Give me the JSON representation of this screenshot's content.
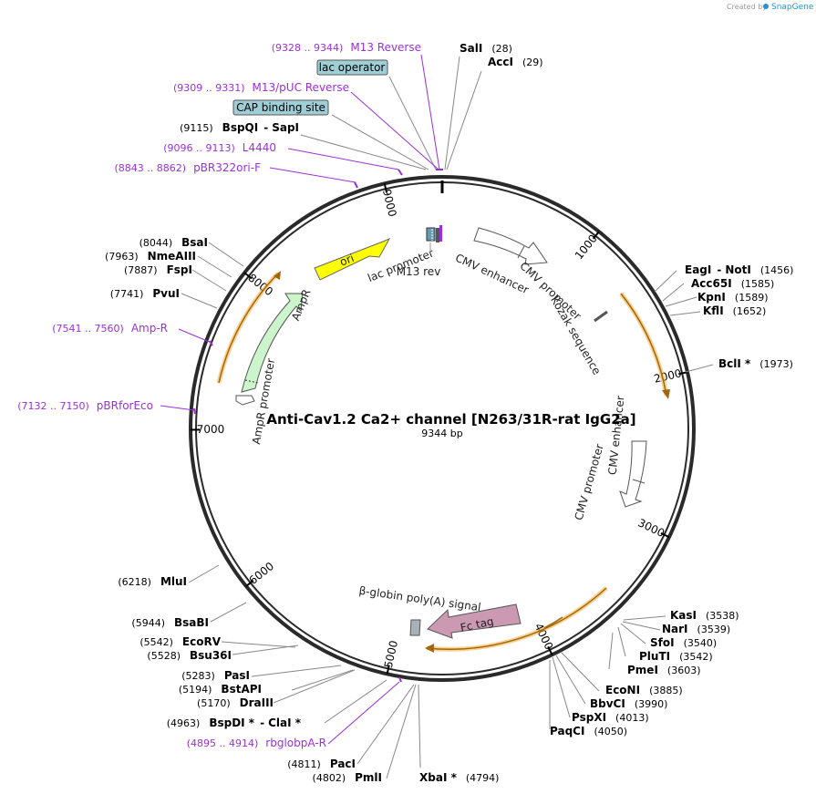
{
  "watermark": {
    "prefix": "Created by",
    "brand": "SnapGene"
  },
  "plasmid": {
    "name": "Anti-Cav1.2 Ca2+ channel [N263/31R-rat IgG2a]",
    "size_label": "9344 bp",
    "length": 9344
  },
  "ticks": [
    {
      "pos": 1000,
      "label": "1000"
    },
    {
      "pos": 2000,
      "label": "2000"
    },
    {
      "pos": 3000,
      "label": "3000"
    },
    {
      "pos": 4000,
      "label": "4000"
    },
    {
      "pos": 5000,
      "label": "5000"
    },
    {
      "pos": 6000,
      "label": "6000"
    },
    {
      "pos": 7000,
      "label": "7000"
    },
    {
      "pos": 8000,
      "label": "8000"
    },
    {
      "pos": 9000,
      "label": "9000"
    }
  ],
  "sites": [
    {
      "name": "SalI",
      "pos": "(28)"
    },
    {
      "name": "AccI",
      "pos": "(29)"
    },
    {
      "name": "EagI",
      "sep": "-",
      "name2": "NotI",
      "pos": "(1456)"
    },
    {
      "name": "Acc65I",
      "pos": "(1585)"
    },
    {
      "name": "KpnI",
      "pos": "(1589)"
    },
    {
      "name": "KflI",
      "pos": "(1652)"
    },
    {
      "name": "BclI *",
      "pos": "(1973)"
    },
    {
      "name": "KasI",
      "pos": "(3538)"
    },
    {
      "name": "NarI",
      "pos": "(3539)"
    },
    {
      "name": "SfoI",
      "pos": "(3540)"
    },
    {
      "name": "PluTI",
      "pos": "(3542)"
    },
    {
      "name": "PmeI",
      "pos": "(3603)"
    },
    {
      "name": "EcoNI",
      "pos": "(3885)"
    },
    {
      "name": "BbvCI",
      "pos": "(3990)"
    },
    {
      "name": "PspXI",
      "pos": "(4013)"
    },
    {
      "name": "PaqCI",
      "pos": "(4050)"
    },
    {
      "name": "XbaI *",
      "pos": "(4794)"
    },
    {
      "name": "PmlI",
      "pos": "(4802)"
    },
    {
      "name": "PacI",
      "pos": "(4811)"
    },
    {
      "name": "BspDI *",
      "sep": "-",
      "name2": "ClaI *",
      "pos": "(4963)"
    },
    {
      "name": "DraIII",
      "pos": "(5170)"
    },
    {
      "name": "BstAPI",
      "pos": "(5194)"
    },
    {
      "name": "PasI",
      "pos": "(5283)"
    },
    {
      "name": "Bsu36I",
      "pos": "(5528)"
    },
    {
      "name": "EcoRV",
      "pos": "(5542)"
    },
    {
      "name": "BsaBI",
      "pos": "(5944)"
    },
    {
      "name": "MluI",
      "pos": "(6218)"
    },
    {
      "name": "PvuI",
      "pos": "(7741)"
    },
    {
      "name": "FspI",
      "pos": "(7887)"
    },
    {
      "name": "NmeAIII",
      "pos": "(7963)"
    },
    {
      "name": "BsaI",
      "pos": "(8044)"
    },
    {
      "name": "BspQI",
      "sep": "-",
      "name2": "SapI",
      "pos": "(9115)"
    }
  ],
  "primers": [
    {
      "range": "(9328 .. 9344)",
      "name": "M13 Reverse"
    },
    {
      "range": "(9309 .. 9331)",
      "name": "M13/pUC Reverse"
    },
    {
      "range": "(9096 .. 9113)",
      "name": "L4440"
    },
    {
      "range": "(8843 .. 8862)",
      "name": "pBR322ori-F"
    },
    {
      "range": "(7541 .. 7560)",
      "name": "Amp-R"
    },
    {
      "range": "(7132 .. 7150)",
      "name": "pBRforEco"
    },
    {
      "range": "(4895 .. 4914)",
      "name": "rbglobpA-R"
    }
  ],
  "boxes": [
    {
      "label": "lac operator"
    },
    {
      "label": "CAP binding site"
    }
  ],
  "features": [
    {
      "label": "ori"
    },
    {
      "label": "lac promoter"
    },
    {
      "label": "M13 rev"
    },
    {
      "label": "CMV enhancer"
    },
    {
      "label": "CMV promoter"
    },
    {
      "label": "Kozak sequence"
    },
    {
      "label": "CMV enhancer"
    },
    {
      "label": "CMV promoter"
    },
    {
      "label": "AmpR"
    },
    {
      "label": "AmpR promoter"
    },
    {
      "label": "Fc tag"
    },
    {
      "label": "β-globin poly(A) signal"
    }
  ],
  "colors": {
    "ring": "#2a2a2a",
    "primer": "#9b30d9",
    "ori": "#ffff00",
    "ampr": "#ccf5cc",
    "fc_tag": "#cc99b2",
    "orf": "#f5a623",
    "box_fill": "#9fcfd6"
  }
}
